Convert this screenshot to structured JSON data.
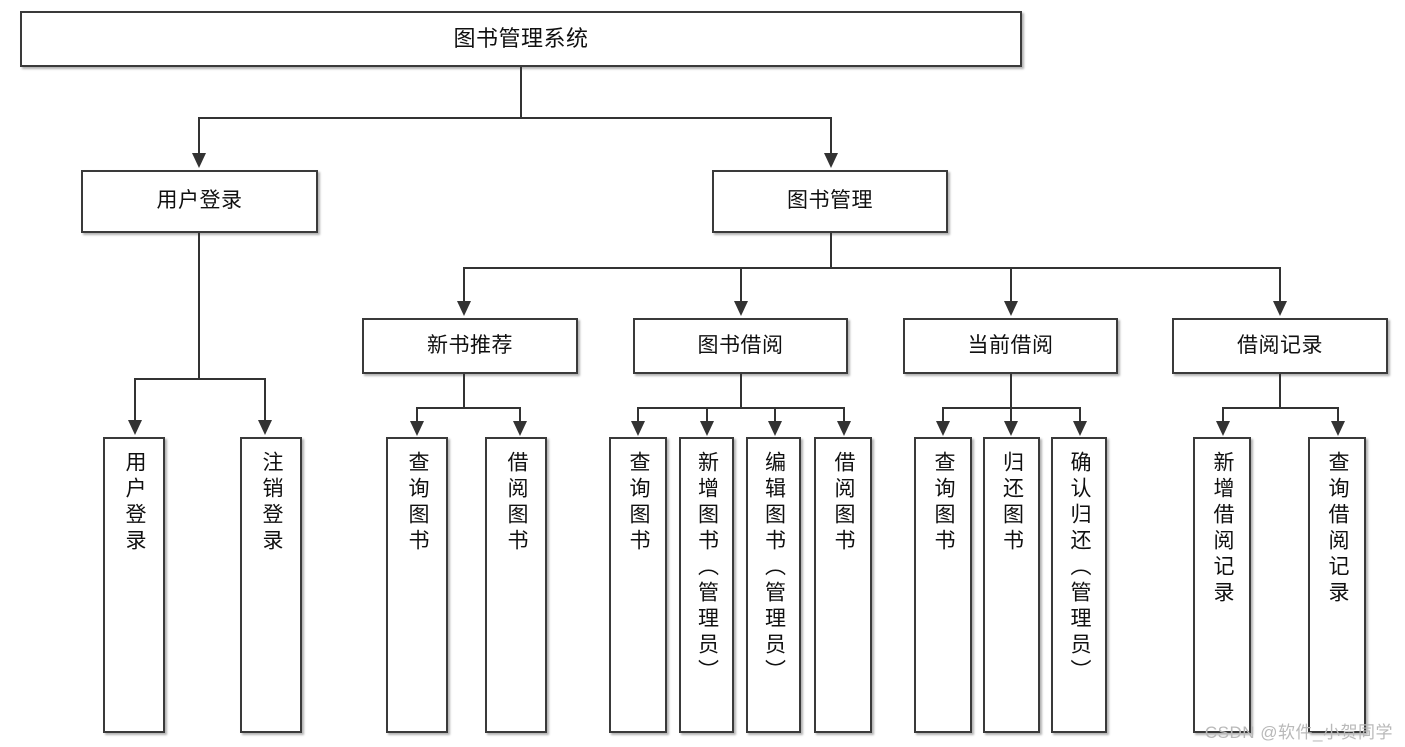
{
  "diagram": {
    "title": "图书管理系统",
    "type": "hierarchy-tree",
    "colors": {
      "box_border": "#3a3a3a",
      "box_fill": "#ffffff",
      "connector": "#333333",
      "text": "#101010",
      "background": "#ffffff",
      "watermark": "#b9b9b9"
    },
    "nodes": {
      "root": {
        "label": "图书管理系统"
      },
      "level2": [
        {
          "label": "用户登录"
        },
        {
          "label": "图书管理"
        }
      ],
      "level3": [
        {
          "label": "新书推荐"
        },
        {
          "label": "图书借阅"
        },
        {
          "label": "当前借阅"
        },
        {
          "label": "借阅记录"
        }
      ],
      "leaves": [
        {
          "label": "用户登录"
        },
        {
          "label": "注销登录"
        },
        {
          "label": "查询图书"
        },
        {
          "label": "借阅图书"
        },
        {
          "label": "查询图书"
        },
        {
          "label": "新增图书（管理员）"
        },
        {
          "label": "编辑图书（管理员）"
        },
        {
          "label": "借阅图书"
        },
        {
          "label": "查询图书"
        },
        {
          "label": "归还图书"
        },
        {
          "label": "确认归还（管理员）"
        },
        {
          "label": "新增借阅记录"
        },
        {
          "label": "查询借阅记录"
        }
      ]
    }
  },
  "watermark": {
    "text": "CSDN @软件_小贺同学"
  }
}
